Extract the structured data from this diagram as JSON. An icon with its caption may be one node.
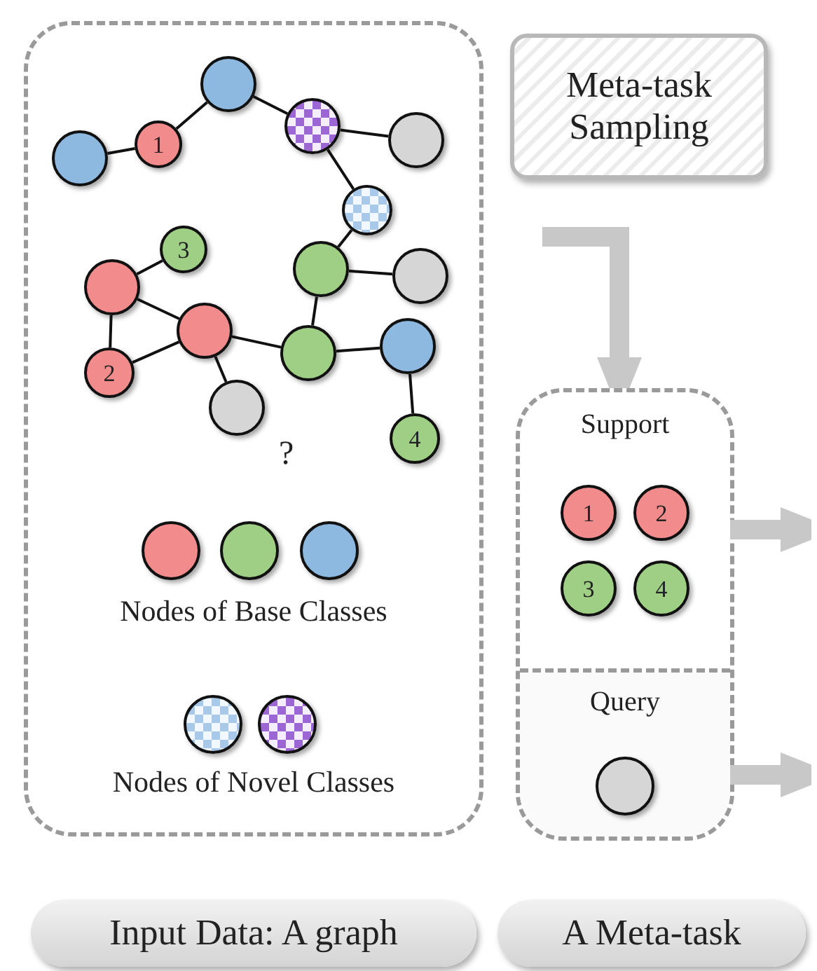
{
  "diagram": {
    "nodes": [
      {
        "text": [],
        "shape": "box"
      },
      {
        "text": [],
        "shape": "circle",
        "in": 0
      },
      {
        "text": [],
        "shape": "circle",
        "in": 0
      },
      {
        "text": [],
        "shape": "circle",
        "in": 0
      },
      {
        "text": [
          "1"
        ],
        "in": 0
      },
      {
        "text": [],
        "shape": "circle",
        "in": 0
      },
      {
        "text": [],
        "shape": "circle",
        "in": 0
      },
      {
        "text": [
          "3"
        ],
        "in": 0
      },
      {
        "text": [],
        "shape": "circle",
        "in": 0
      },
      {
        "text": [],
        "shape": "circle",
        "in": 0
      },
      {
        "text": [],
        "shape": "circle",
        "in": 0
      },
      {
        "text": [],
        "shape": "circle",
        "in": 0
      },
      {
        "text": [],
        "shape": "circle",
        "in": 0
      },
      {
        "text": [],
        "shape": "circle",
        "in": 0
      },
      {
        "text": [
          "2"
        ],
        "in": 0
      },
      {
        "text": [],
        "shape": "circle",
        "in": 0
      },
      {
        "text": [
          "4"
        ],
        "in": 0
      },
      {
        "text": [
          "Meta-task Sampling"
        ]
      },
      {
        "text": [],
        "shape": "box"
      },
      {
        "text": [
          "Support"
        ],
        "in": 18
      },
      {
        "text": [
          "1"
        ],
        "in": 19
      },
      {
        "text": [
          "2"
        ],
        "in": 19
      },
      {
        "text": [
          "3"
        ],
        "in": 19
      },
      {
        "text": [
          "4"
        ],
        "in": 19
      },
      {
        "text": [
          "Query"
        ],
        "in": 18
      },
      {
        "text": [],
        "shape": "circle",
        "in": 24
      },
      {
        "text": [
          "Input Data: A graph"
        ]
      },
      {
        "text": [
          "A Meta-task"
        ]
      }
    ],
    "edges": [
      {
        "from": 5,
        "to": 4,
        "arrow": "none"
      },
      {
        "from": 4,
        "to": 1,
        "arrow": "none"
      },
      {
        "from": 1,
        "to": 2,
        "arrow": "none"
      },
      {
        "from": 2,
        "to": 3,
        "arrow": "none"
      },
      {
        "from": 2,
        "to": 6,
        "arrow": "none"
      },
      {
        "from": 6,
        "to": 8,
        "arrow": "none"
      },
      {
        "from": 8,
        "to": 9,
        "arrow": "none"
      },
      {
        "from": 8,
        "to": 13,
        "arrow": "none"
      },
      {
        "from": 11,
        "to": 13,
        "arrow": "none"
      },
      {
        "from": 13,
        "to": 12,
        "arrow": "none"
      },
      {
        "from": 12,
        "to": 16,
        "arrow": "none"
      },
      {
        "from": 10,
        "to": 7,
        "arrow": "none"
      },
      {
        "from": 10,
        "to": 11,
        "arrow": "none"
      },
      {
        "from": 10,
        "to": 14,
        "arrow": "none"
      },
      {
        "from": 14,
        "to": 11,
        "arrow": "none"
      },
      {
        "from": 11,
        "to": 15,
        "arrow": "none"
      },
      {
        "from": null,
        "to": 18,
        "arrow": "to",
        "style": "thick",
        "color": "#c8c8c8"
      },
      {
        "from": 19,
        "to": null,
        "arrow": "to",
        "style": "thick",
        "color": "#c8c8c8"
      },
      {
        "from": 24,
        "to": null,
        "arrow": "to",
        "style": "thick",
        "color": "#c8c8c8"
      }
    ],
    "labels": [
      "?"
    ],
    "legend": [
      {
        "text": "Nodes of Base Classes"
      },
      {
        "text": "Nodes of Novel Classes"
      }
    ]
  }
}
